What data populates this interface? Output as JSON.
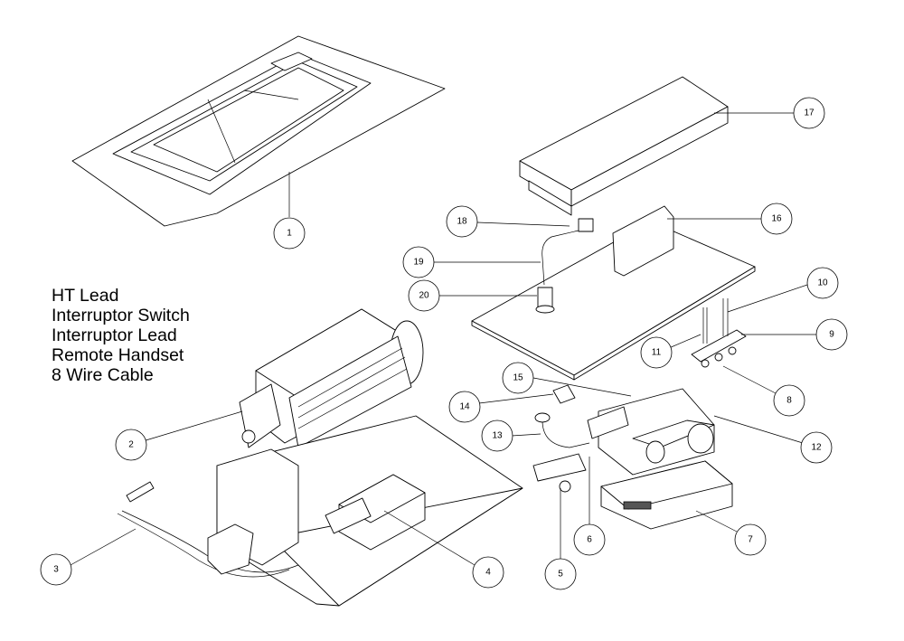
{
  "legend": {
    "items": [
      "HT Lead",
      "Interruptor Switch",
      "Interruptor Lead",
      "Remote Handset",
      "8 Wire Cable"
    ]
  },
  "callouts": [
    {
      "id": "1",
      "label": "1"
    },
    {
      "id": "2",
      "label": "2"
    },
    {
      "id": "3",
      "label": "3"
    },
    {
      "id": "4",
      "label": "4"
    },
    {
      "id": "5",
      "label": "5"
    },
    {
      "id": "6",
      "label": "6"
    },
    {
      "id": "7",
      "label": "7"
    },
    {
      "id": "8",
      "label": "8"
    },
    {
      "id": "9",
      "label": "9"
    },
    {
      "id": "10",
      "label": "10"
    },
    {
      "id": "11",
      "label": "11"
    },
    {
      "id": "12",
      "label": "12"
    },
    {
      "id": "13",
      "label": "13"
    },
    {
      "id": "14",
      "label": "14"
    },
    {
      "id": "15",
      "label": "15"
    },
    {
      "id": "16",
      "label": "16"
    },
    {
      "id": "17",
      "label": "17"
    },
    {
      "id": "18",
      "label": "18"
    },
    {
      "id": "19",
      "label": "19"
    },
    {
      "id": "20",
      "label": "20"
    }
  ]
}
